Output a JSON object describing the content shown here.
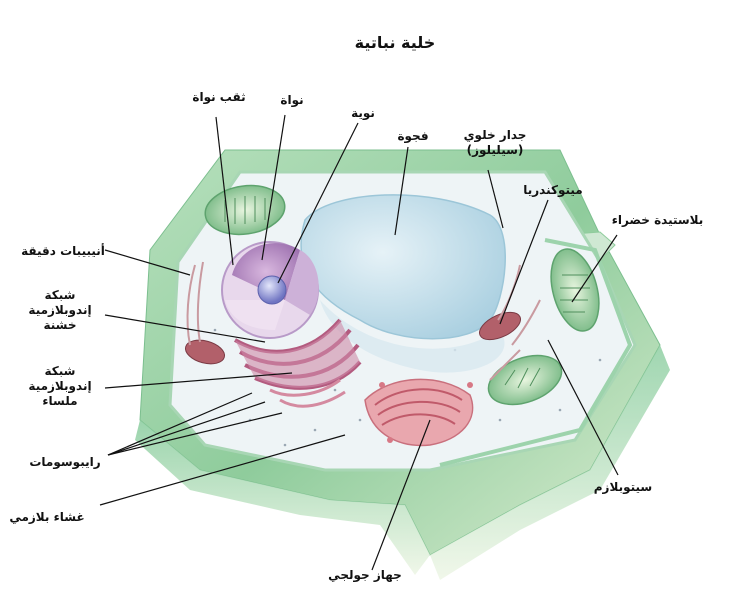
{
  "title": "خلية نباتية",
  "labels": {
    "nuclear_pore": "ثقب نواة",
    "nucleus": "نواة",
    "nucleolus": "نوية",
    "vacuole": "فجوة",
    "cell_wall_line1": "جدار خلوي",
    "cell_wall_line2": "(سيليلوز)",
    "mitochondria": "ميتوكندريا",
    "chloroplast": "بلاستيدة خضراء",
    "microtubules": "أنيبيبات دقيقة",
    "rough_er_line1": "شبكة",
    "rough_er_line2": "إندوبلازمية",
    "rough_er_line3": "خشنة",
    "smooth_er_line1": "شبكة",
    "smooth_er_line2": "إندوبلازمية",
    "smooth_er_line3": "ملساء",
    "ribosomes": "رايبوسومات",
    "plasma_membrane": "غشاء بلازمي",
    "golgi": "جهاز جولجي",
    "cytoplasm": "سيتوبلازم"
  },
  "colors": {
    "cell_wall": "#9fd4a8",
    "cell_wall_dark": "#6fbf86",
    "cytoplasm": "#eef4f6",
    "vacuole": "#c7e1ec",
    "nucleus": "#b58cc2",
    "nucleolus": "#8a8fd0",
    "er": "#c77a98",
    "golgi": "#e0919c",
    "chloroplast": "#7cc08a",
    "mitochondria": "#a5545e",
    "leader_line": "#111111"
  }
}
